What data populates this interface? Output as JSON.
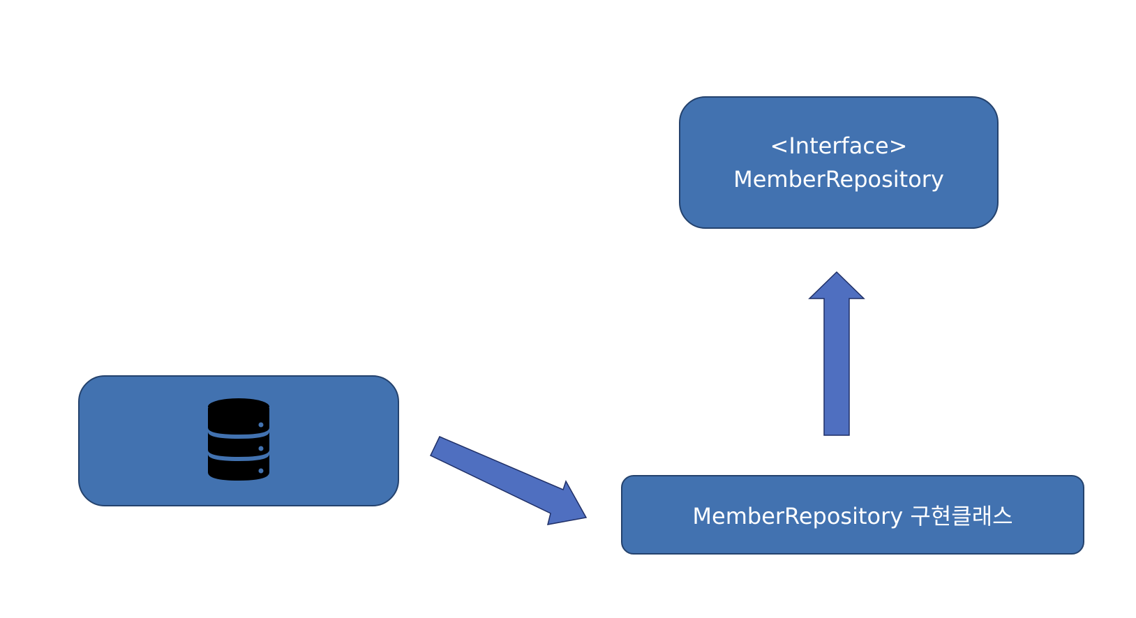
{
  "diagram": {
    "interface_box": {
      "line1": "<Interface>",
      "line2": "MemberRepository"
    },
    "impl_box": {
      "label": "MemberRepository 구현클래스"
    },
    "db_box": {
      "icon": "database-icon"
    },
    "arrows": [
      {
        "from": "db_box",
        "to": "impl_box"
      },
      {
        "from": "impl_box",
        "to": "interface_box"
      }
    ],
    "colors": {
      "box_fill": "#4272b0",
      "box_border": "#24426d",
      "arrow_fill": "#4f6fc0",
      "arrow_border": "#1f2f66",
      "text": "#ffffff",
      "icon": "#000000"
    }
  }
}
